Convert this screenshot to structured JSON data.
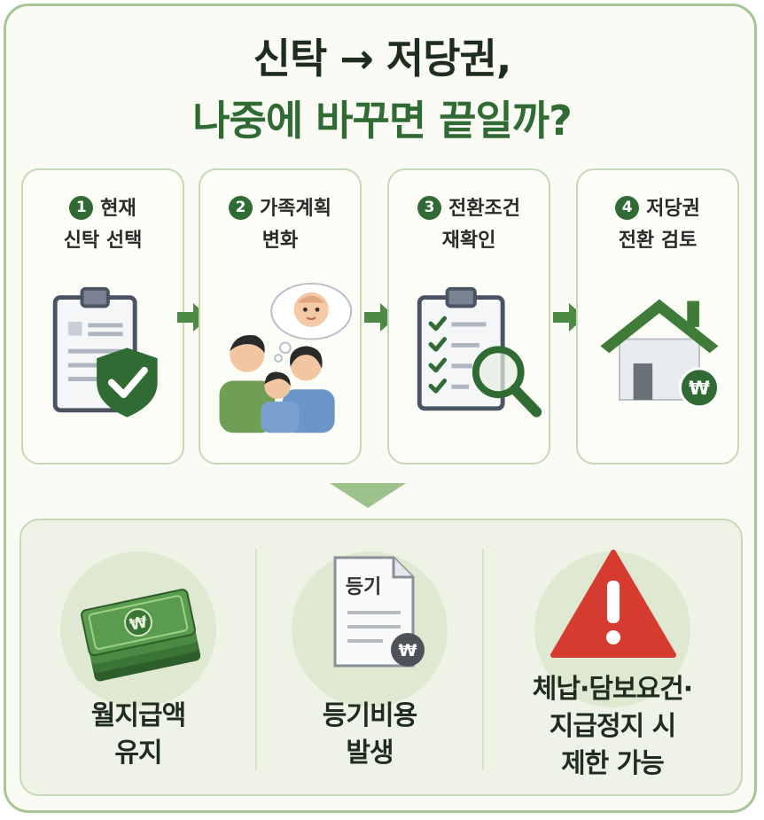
{
  "title": {
    "line1": "신탁 → 저당권,",
    "line2": "나중에 바꾸면 끝일까?"
  },
  "steps": [
    {
      "number": "1",
      "line1": "현재",
      "line2": "신탁 선택",
      "icon": "document-shield-icon"
    },
    {
      "number": "2",
      "line1": "가족계획",
      "line2": "변화",
      "icon": "family-baby-icon"
    },
    {
      "number": "3",
      "line1": "전환조건",
      "line2": "재확인",
      "icon": "checklist-magnifier-icon"
    },
    {
      "number": "4",
      "line1": "저당권",
      "line2": "전환 검토",
      "icon": "house-won-icon"
    }
  ],
  "results": [
    {
      "lines": [
        "월지급액",
        "유지"
      ],
      "icon": "money-stack-icon"
    },
    {
      "doc_label": "등기",
      "won_symbol": "₩",
      "lines": [
        "등기비용",
        "발생"
      ],
      "icon": "registration-document-icon"
    },
    {
      "lines": [
        "체납·담보요건·",
        "지급정지 시",
        "제한 가능"
      ],
      "icon": "warning-triangle-icon"
    }
  ],
  "won_symbol": "₩",
  "colors": {
    "primary_green": "#2f6b33",
    "light_green": "#dfe9d2",
    "warning_red": "#d63b2f",
    "border": "#c5d9b7"
  }
}
